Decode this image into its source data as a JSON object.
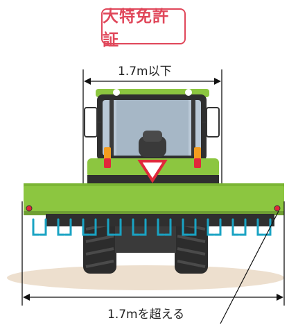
{
  "badge": {
    "text": "大特免許証"
  },
  "dimensions": {
    "top_label": "1.7m以下",
    "bottom_label": "1.7mを超える"
  },
  "colors": {
    "badge_red": "#e0475a",
    "body_green": "#8cc640",
    "dark": "#2b2b2b",
    "tine_cyan": "#19a3c3",
    "glass": "#b9c8d6",
    "ground": "#e7d6c2"
  }
}
